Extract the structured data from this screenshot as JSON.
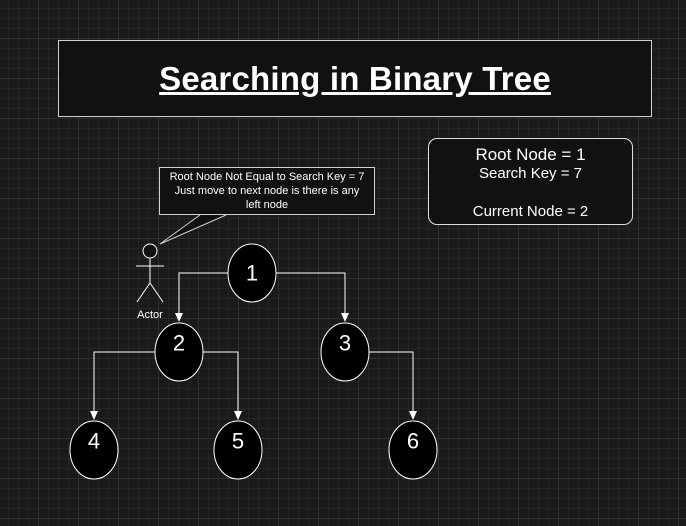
{
  "title": "Searching in Binary Tree",
  "info": {
    "root_node": "Root Node = 1",
    "search_key": "Search Key = 7",
    "current_node": "Current Node = 2"
  },
  "callout": {
    "line1": "Root Node Not Equal to Search Key = 7",
    "line2": "Just move to next node is there is any",
    "line3": "left node"
  },
  "actor": {
    "label": "Actor"
  },
  "tree": {
    "nodes": [
      "1",
      "2",
      "3",
      "4",
      "5",
      "6"
    ],
    "edges": [
      [
        "1",
        "2"
      ],
      [
        "1",
        "3"
      ],
      [
        "2",
        "4"
      ],
      [
        "2",
        "5"
      ],
      [
        "3",
        "6"
      ]
    ]
  },
  "colors": {
    "background": "#1a1a1a",
    "node_fill": "#000000",
    "stroke": "#ffffff"
  }
}
